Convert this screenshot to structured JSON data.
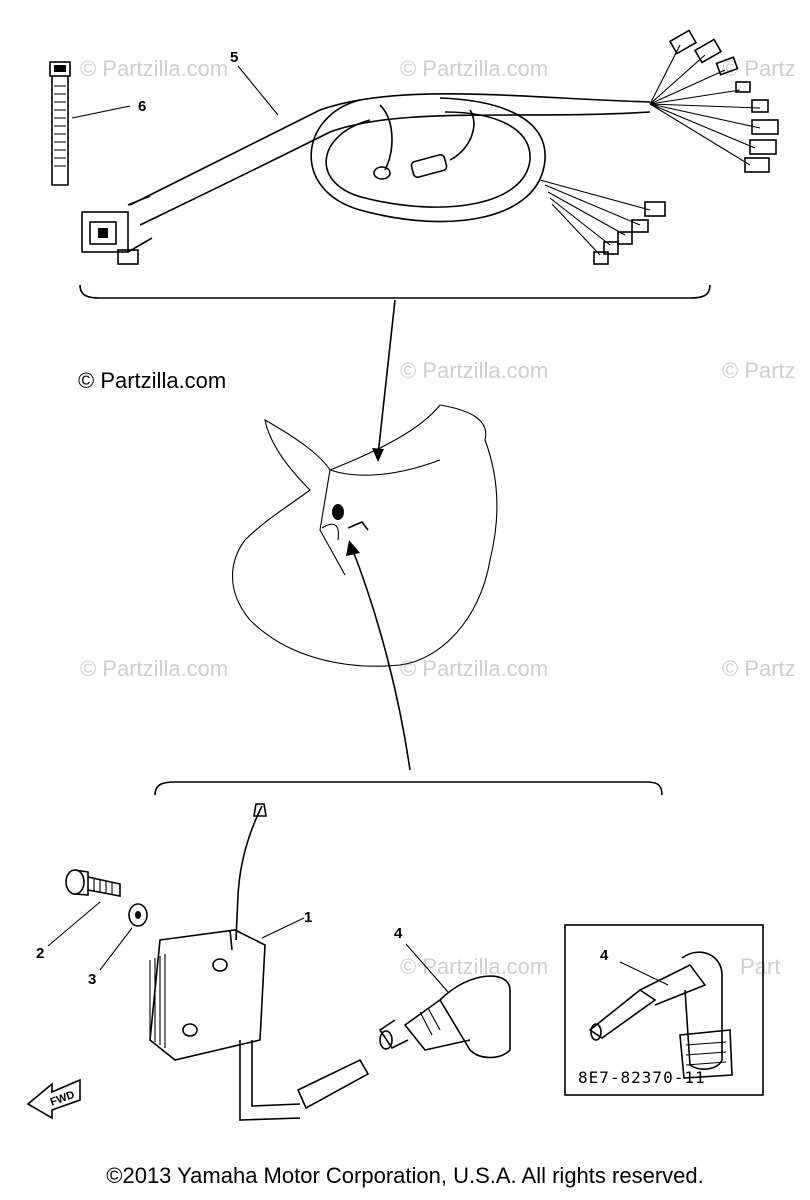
{
  "watermark": {
    "main": "© Partzilla.com",
    "faint": "© Partzilla.com",
    "faint_cut": "© Partz",
    "faint_short": "Part"
  },
  "callouts": {
    "c1": "1",
    "c2": "2",
    "c3": "3",
    "c4": "4",
    "c4_inset": "4",
    "c5": "5",
    "c6": "6"
  },
  "part_number": "8E7-82370-11",
  "fwd_label": "FWD",
  "copyright": "©2013 Yamaha Motor Corporation, U.S.A. All rights reserved."
}
